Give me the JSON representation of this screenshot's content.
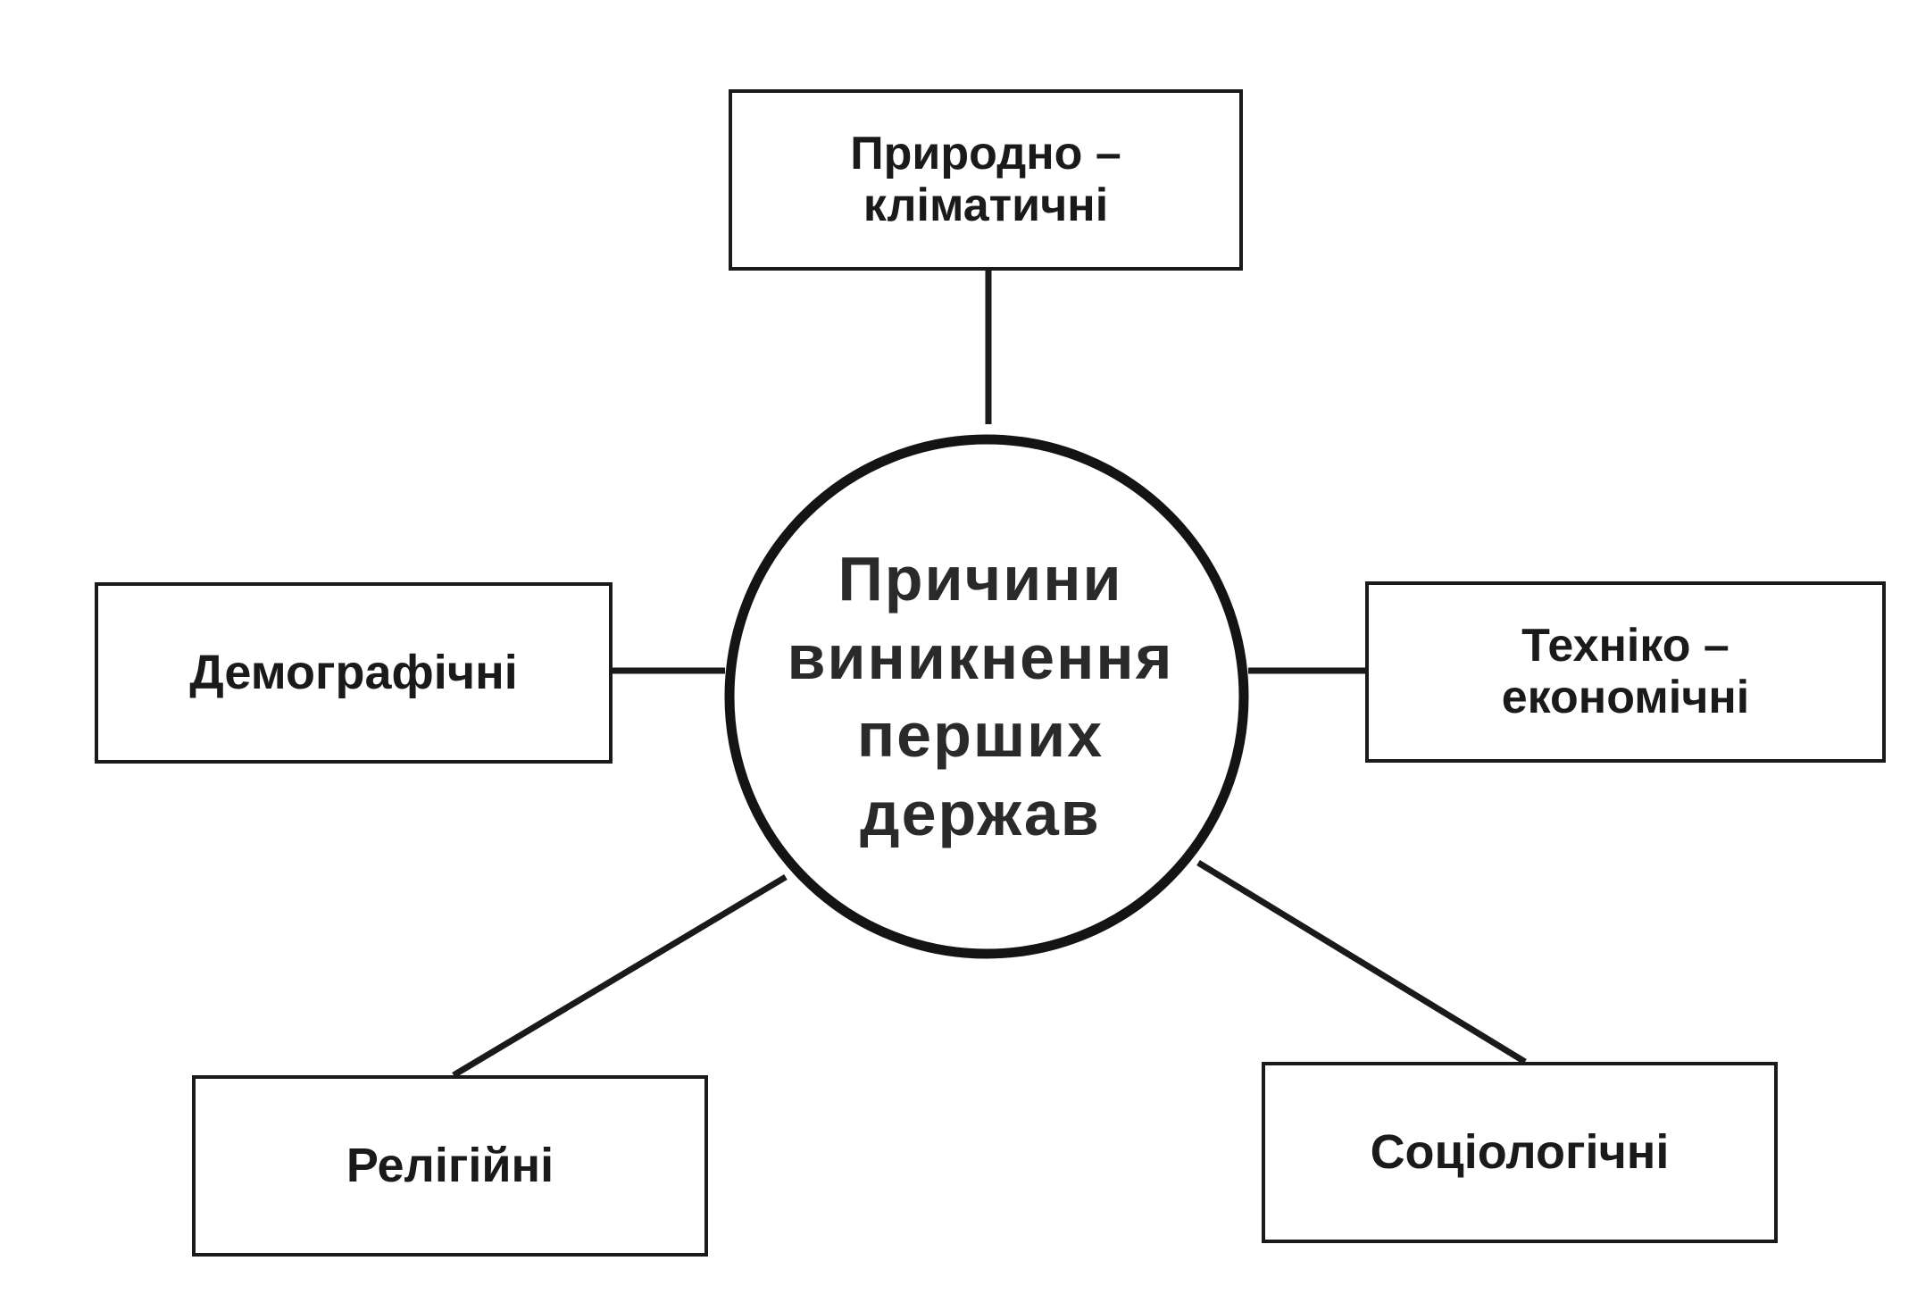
{
  "diagram": {
    "center": {
      "lines": [
        "Причини",
        "виникнення",
        "перших",
        "держав"
      ]
    },
    "factors": {
      "top": {
        "lines": [
          "Природно –",
          "кліматичні"
        ]
      },
      "left": {
        "lines": [
          "Демографічні"
        ]
      },
      "right": {
        "lines": [
          "Техніко –",
          "економічні"
        ]
      },
      "bottom_left": {
        "lines": [
          "Релігійні"
        ]
      },
      "bottom_right": {
        "lines": [
          "Соціологічні"
        ]
      }
    }
  }
}
